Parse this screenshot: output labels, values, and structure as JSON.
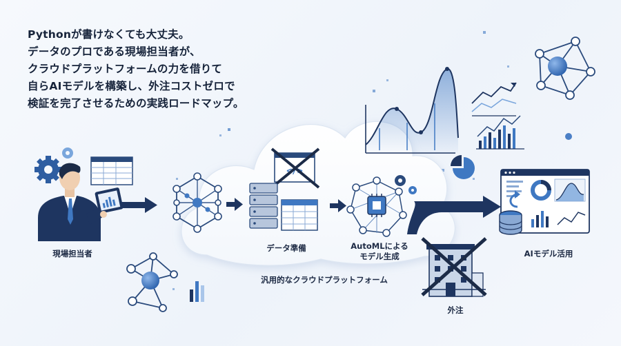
{
  "headline": {
    "lines": [
      "Pythonが書けなくても大丈夫。",
      "データのプロである現場担当者が、",
      "クラウドプラットフォームの力を借りて",
      "自らAIモデルを構築し、外注コストゼロで",
      "検証を完了させるための実践ロードマップ。"
    ]
  },
  "nodes": {
    "worker": "現場担当者",
    "data_prep": "データ準備",
    "automl_line1": "AutoMLによる",
    "automl_line2": "モデル生成",
    "ai_use": "AIモデル活用",
    "outsourcing": "外注"
  },
  "platform_label": "汎用的なクラウドプラットフォーム",
  "colors": {
    "navy": "#1e3560",
    "accent": "#3f78c2",
    "light": "#a9c6ea",
    "cross": "#1c2b47"
  }
}
